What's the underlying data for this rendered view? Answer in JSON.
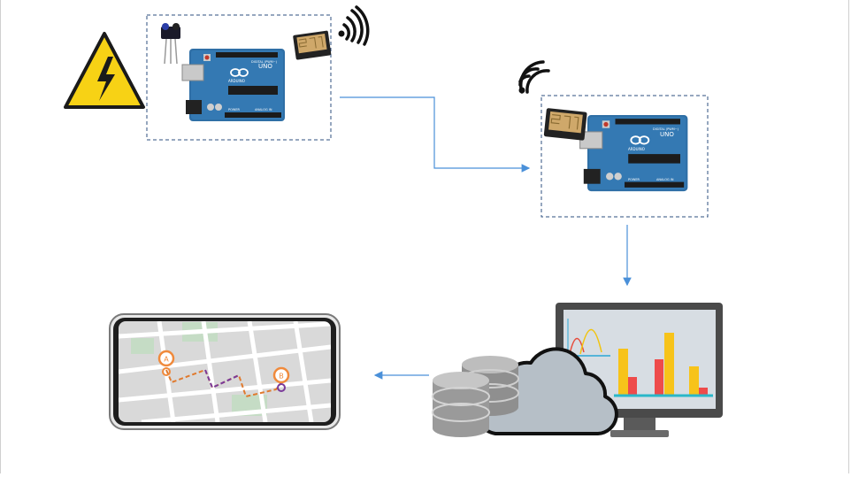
{
  "diagram": {
    "nodes": [
      {
        "id": "hazard",
        "icon": "high-voltage-warning-icon"
      },
      {
        "id": "sender-box",
        "icon": "arduino-uno-board-icon"
      },
      {
        "id": "ir-sensor",
        "icon": "ir-sensor-icon"
      },
      {
        "id": "wifi-module-sender",
        "icon": "esp8266-module-icon"
      },
      {
        "id": "wireless-signal-out",
        "icon": "wireless-signal-icon"
      },
      {
        "id": "receiver-box",
        "icon": "arduino-uno-board-icon"
      },
      {
        "id": "wireless-signal-in",
        "icon": "wireless-signal-icon"
      },
      {
        "id": "wifi-module-receiver",
        "icon": "esp8266-module-icon"
      },
      {
        "id": "cloud-database",
        "icon": "cloud-database-icon"
      },
      {
        "id": "monitor-dashboard",
        "icon": "monitor-chart-icon"
      },
      {
        "id": "smartphone-map",
        "icon": "smartphone-map-icon"
      }
    ],
    "edges": [
      {
        "from": "sender-box",
        "to": "receiver-box"
      },
      {
        "from": "receiver-box",
        "to": "monitor-dashboard"
      },
      {
        "from": "cloud-database",
        "to": "smartphone-map"
      }
    ]
  },
  "board_labels": {
    "uno": "UNO",
    "arduino": "ARDUINO",
    "digital": "DIGITAL (PWM~)",
    "power": "POWER",
    "analog": "ANALOG IN"
  },
  "map_pins": {
    "start": "A",
    "end": "B"
  },
  "colors": {
    "board": "#2f6fa6",
    "board_dark": "#1f5a8f",
    "hazard_yellow": "#f7d215",
    "dashed_box": "#2d4f7f",
    "arrow": "#4a90d9",
    "cloud": "#b6bfc7",
    "db": "#9a9a9a",
    "map_bg": "#d9d9d9",
    "pin": "#f08a3c"
  }
}
